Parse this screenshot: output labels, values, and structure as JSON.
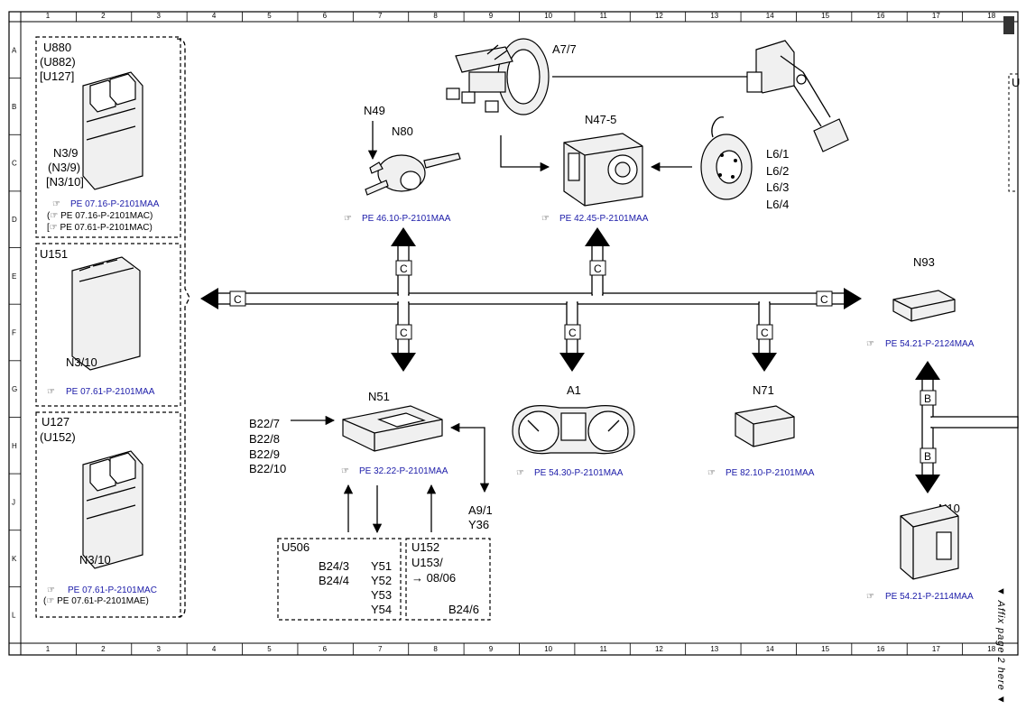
{
  "grid": {
    "columns": [
      "1",
      "2",
      "3",
      "4",
      "5",
      "6",
      "7",
      "8",
      "9",
      "10",
      "11",
      "12",
      "13",
      "14",
      "15",
      "16",
      "17",
      "18"
    ],
    "rows": [
      "A",
      "B",
      "C",
      "D",
      "E",
      "F",
      "G",
      "H",
      "J",
      "K",
      "L"
    ]
  },
  "side_note": "▼ Affix page 2 here ▼",
  "left_group": {
    "box1": {
      "labels": [
        "U880",
        "(U882)",
        "[U127]"
      ],
      "sub_labels": [
        "N3/9",
        "(N3/9)",
        "[N3/10]"
      ],
      "refs": [
        "PE 07.16-P-2101MAA",
        "(☞ PE 07.16-P-2101MAC)",
        "[☞ PE 07.61-P-2101MAC)"
      ]
    },
    "box2": {
      "labels": [
        "U151"
      ],
      "sub_labels": [
        "N3/10"
      ],
      "refs": [
        "PE 07.61-P-2101MAA"
      ]
    },
    "box3": {
      "labels": [
        "U127",
        "(U152)"
      ],
      "sub_labels": [
        "N3/10"
      ],
      "refs": [
        "PE 07.61-P-2101MAC",
        "(☞ PE 07.61-P-2101MAE)"
      ]
    }
  },
  "components": {
    "a77": {
      "label": "A7/7"
    },
    "n49": {
      "label": "N49"
    },
    "n80": {
      "label": "N80",
      "ref": "PE 46.10-P-2101MAA"
    },
    "n475": {
      "label": "N47-5",
      "ref": "PE 42.45-P-2101MAA"
    },
    "l6": {
      "labels": [
        "L6/1",
        "L6/2",
        "L6/3",
        "L6/4"
      ]
    },
    "n93": {
      "label": "N93",
      "ref": "PE 54.21-P-2124MAA"
    },
    "n51": {
      "label": "N51",
      "ref": "PE 32.22-P-2101MAA",
      "inputs": [
        "B22/7",
        "B22/8",
        "B22/9",
        "B22/10"
      ],
      "outputs": [
        "A9/1",
        "Y36"
      ]
    },
    "a1": {
      "label": "A1",
      "ref": "PE 54.30-P-2101MAA"
    },
    "n71": {
      "label": "N71",
      "ref": "PE 82.10-P-2101MAA"
    },
    "n10": {
      "label": "N10",
      "ref": "PE 54.21-P-2114MAA"
    },
    "right_edge": {
      "label": "U"
    },
    "u506": {
      "label": "U506",
      "left_items": [
        "B24/3",
        "B24/4"
      ],
      "right_items": [
        "Y51",
        "Y52",
        "Y53",
        "Y54"
      ]
    },
    "u152": {
      "labels": [
        "U152",
        "U153/"
      ],
      "note": "→ 08/06",
      "item": "B24/6"
    }
  },
  "bus_letters": {
    "can_c": "C",
    "can_b": "B"
  }
}
